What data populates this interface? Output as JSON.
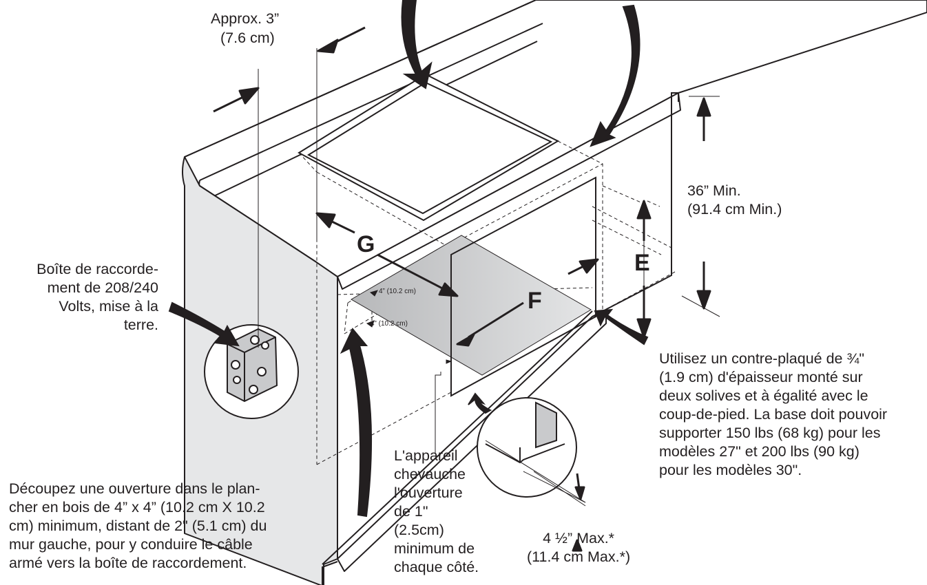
{
  "colors": {
    "stroke": "#231f20",
    "panel": "#e6e7e8",
    "shade": "#c9cacc",
    "white": "#ffffff"
  },
  "labels": {
    "approx_in": "Approx. 3”",
    "approx_cm": "(7.6 cm)",
    "height_min": "36” Min.\n(91.4 cm Min.)",
    "junction_box": "Boîte de raccorde-\nment de 208/240\nVolts, mise à la\nterre.",
    "plywood_note": "Utilisez un contre-plaqué de ¾\"\n(1.9 cm) d'épaisseur monté sur\ndeux solives et à égalité avec le\ncoup-de-pied. La base doit pouvoir\nsupporter 150 lbs (68 kg) pour les\nmodèles 27\" et 200 lbs (90 kg)\npour les modèles 30\".",
    "floor_opening": "Découpez une ouverture dans le plan-\ncher en bois de 4” x 4” (10.2 cm X 10.2\ncm) minimum, distant de 2\" (5.1 cm) du\nmur gauche, pour y conduire le câble\narmé vers la boîte de raccordement.",
    "overlap_note": "L'appareil\nchevauche\nl'ouverture\nde 1\"\n(2.5cm)\nminimum de\nchaque côté.",
    "max_note": "4 ½” Max.*\n(11.4 cm Max.*)",
    "dim_4in_a": "4” (10.2 cm)",
    "dim_4in_b": "4” (10.2 cm)",
    "letter_g": "G",
    "letter_e": "E",
    "letter_f": "F"
  }
}
